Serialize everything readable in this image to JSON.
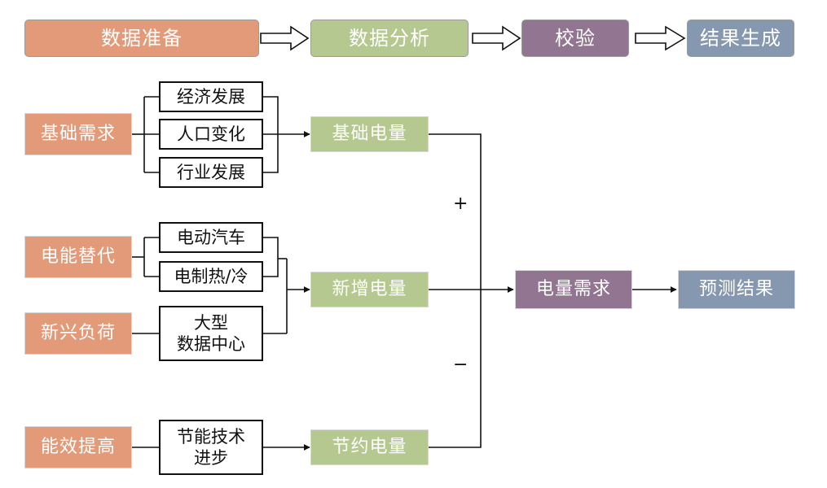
{
  "phases": [
    {
      "label": "数据准备",
      "color": "#E39A78"
    },
    {
      "label": "数据分析",
      "color": "#B5C890"
    },
    {
      "label": "校验",
      "color": "#927590"
    },
    {
      "label": "结果生成",
      "color": "#8698B0"
    }
  ],
  "drivers": {
    "base": "基础需求",
    "substitution": "电能替代",
    "emerging": "新兴负荷",
    "efficiency": "能效提高"
  },
  "factors": {
    "economy": "经济发展",
    "population": "人口变化",
    "industry": "行业发展",
    "ev": "电动汽车",
    "heat_cool": "电制热/冷",
    "dc_line1": "大型",
    "dc_line2": "数据中心",
    "tech_line1": "节能技术",
    "tech_line2": "进步"
  },
  "stages": {
    "base_power": "基础电量",
    "new_power": "新增电量",
    "saved_power": "节约电量",
    "demand": "电量需求",
    "result": "预测结果"
  },
  "signs": {
    "plus": "+",
    "minus": "−"
  }
}
